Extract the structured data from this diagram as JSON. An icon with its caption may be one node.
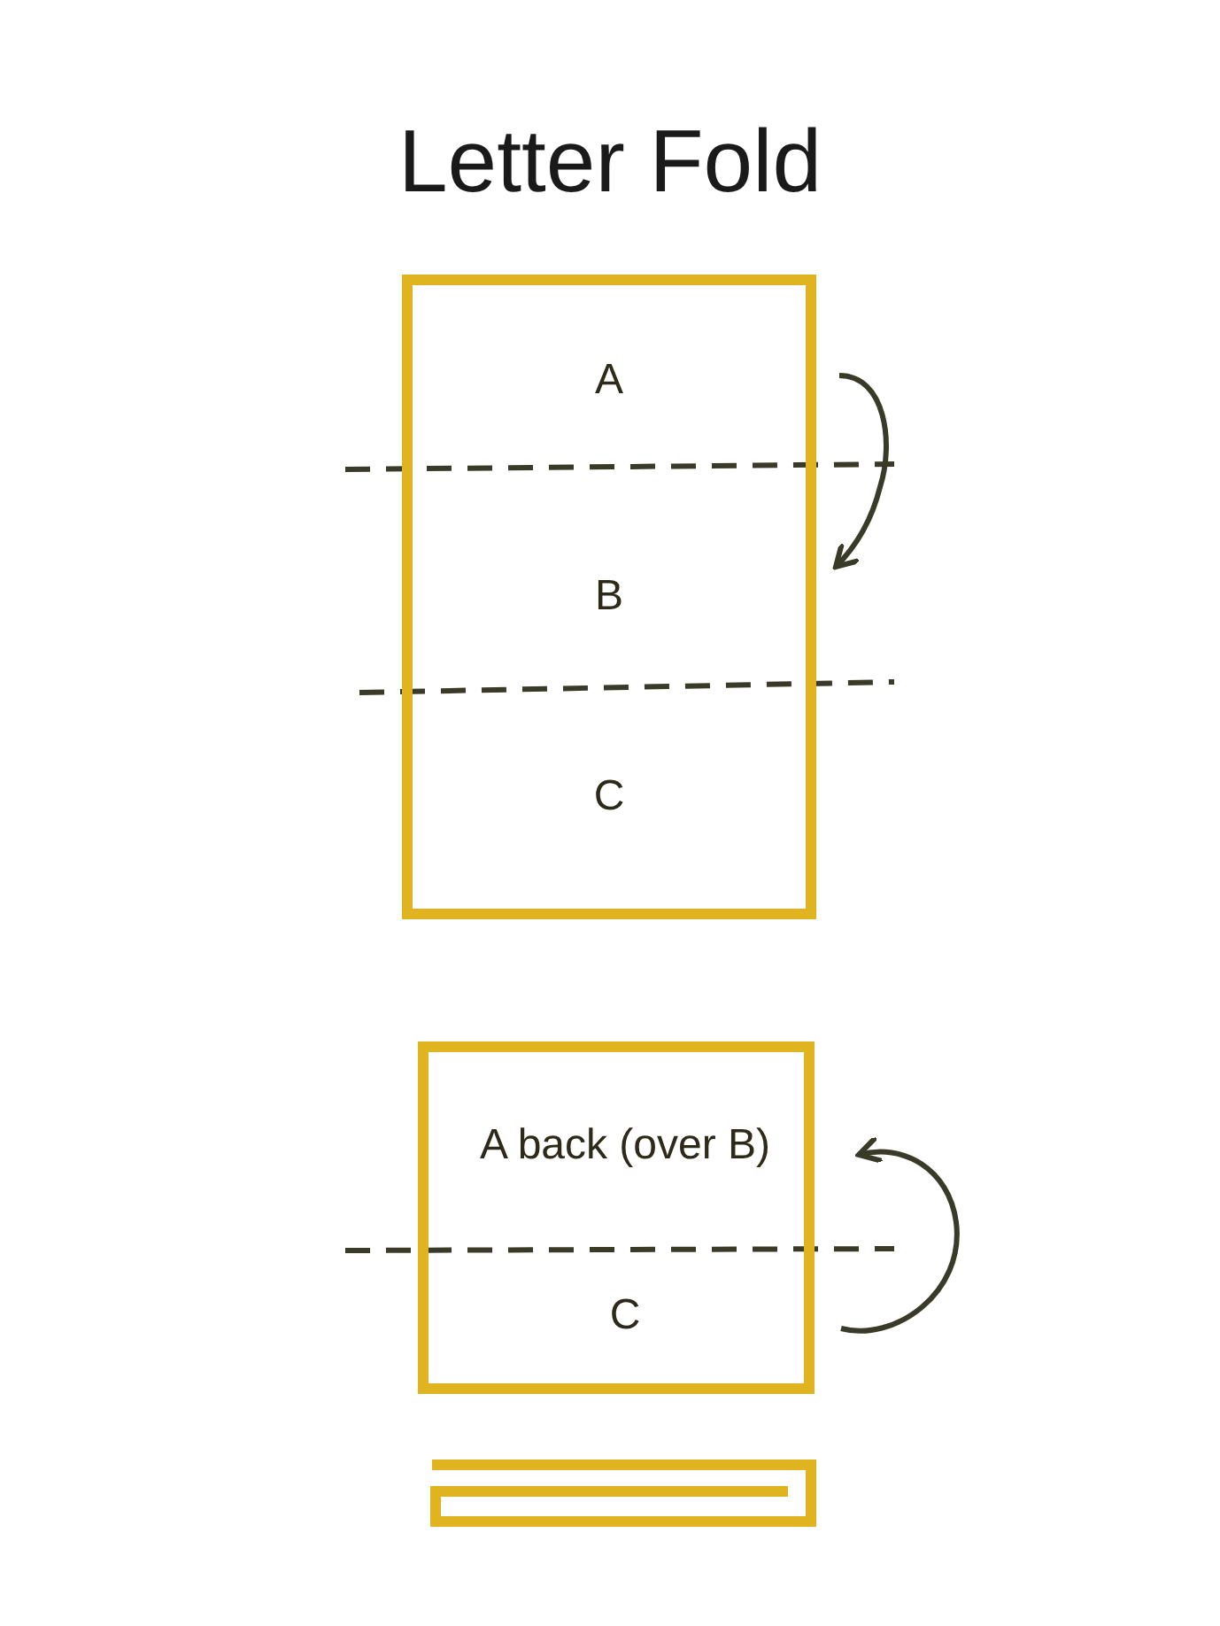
{
  "diagram": {
    "title": "Letter Fold",
    "nodes": [
      {
        "text": [],
        "shape": "box"
      },
      {
        "text": [
          "A"
        ],
        "in": 0
      },
      {
        "text": [
          "B"
        ],
        "in": 0
      },
      {
        "text": [
          "C"
        ],
        "in": 0
      },
      {
        "text": [],
        "shape": "box"
      },
      {
        "text": [
          "A back (over B)"
        ],
        "in": 4
      },
      {
        "text": [
          "C"
        ],
        "in": 4
      }
    ]
  }
}
